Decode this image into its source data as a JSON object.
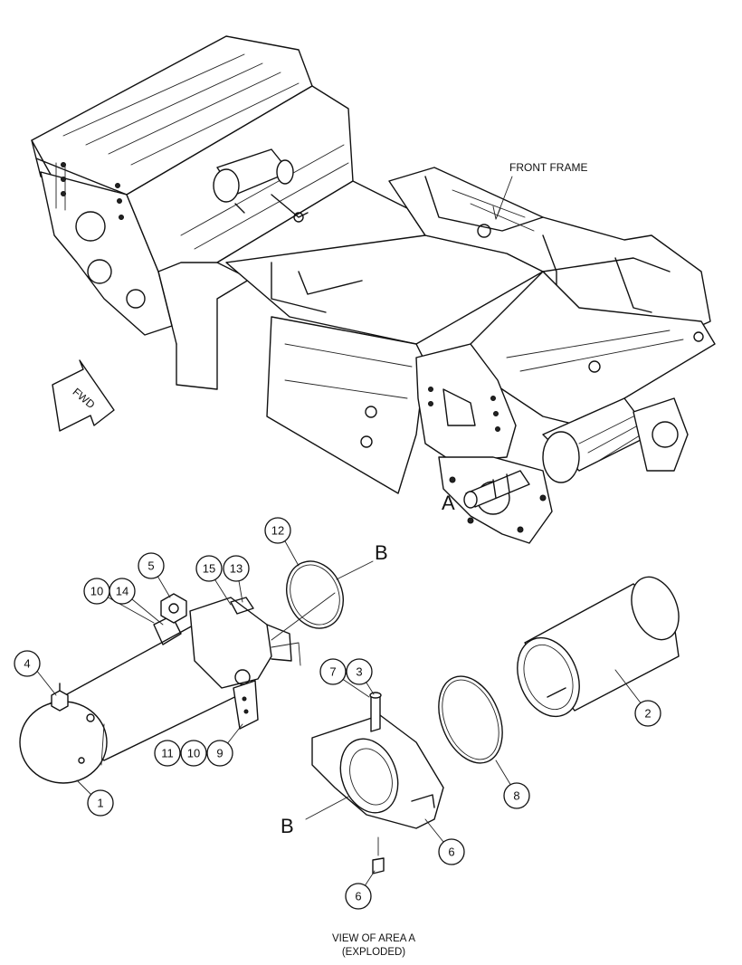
{
  "labels": {
    "front_frame": "FRONT FRAME",
    "fwd": "FWD",
    "area_a": "A",
    "section_b": "B",
    "caption_line1": "VIEW OF AREA A",
    "caption_line2": "(EXPLODED)"
  },
  "callouts": {
    "c1": "1",
    "c2": "2",
    "c3": "3",
    "c4": "4",
    "c5": "5",
    "c6a": "6",
    "c6b": "6",
    "c7": "7",
    "c8": "8",
    "c9": "9",
    "c10a": "10",
    "c10b": "10",
    "c11": "11",
    "c12": "12",
    "c13": "13",
    "c14": "14",
    "c15": "15"
  }
}
